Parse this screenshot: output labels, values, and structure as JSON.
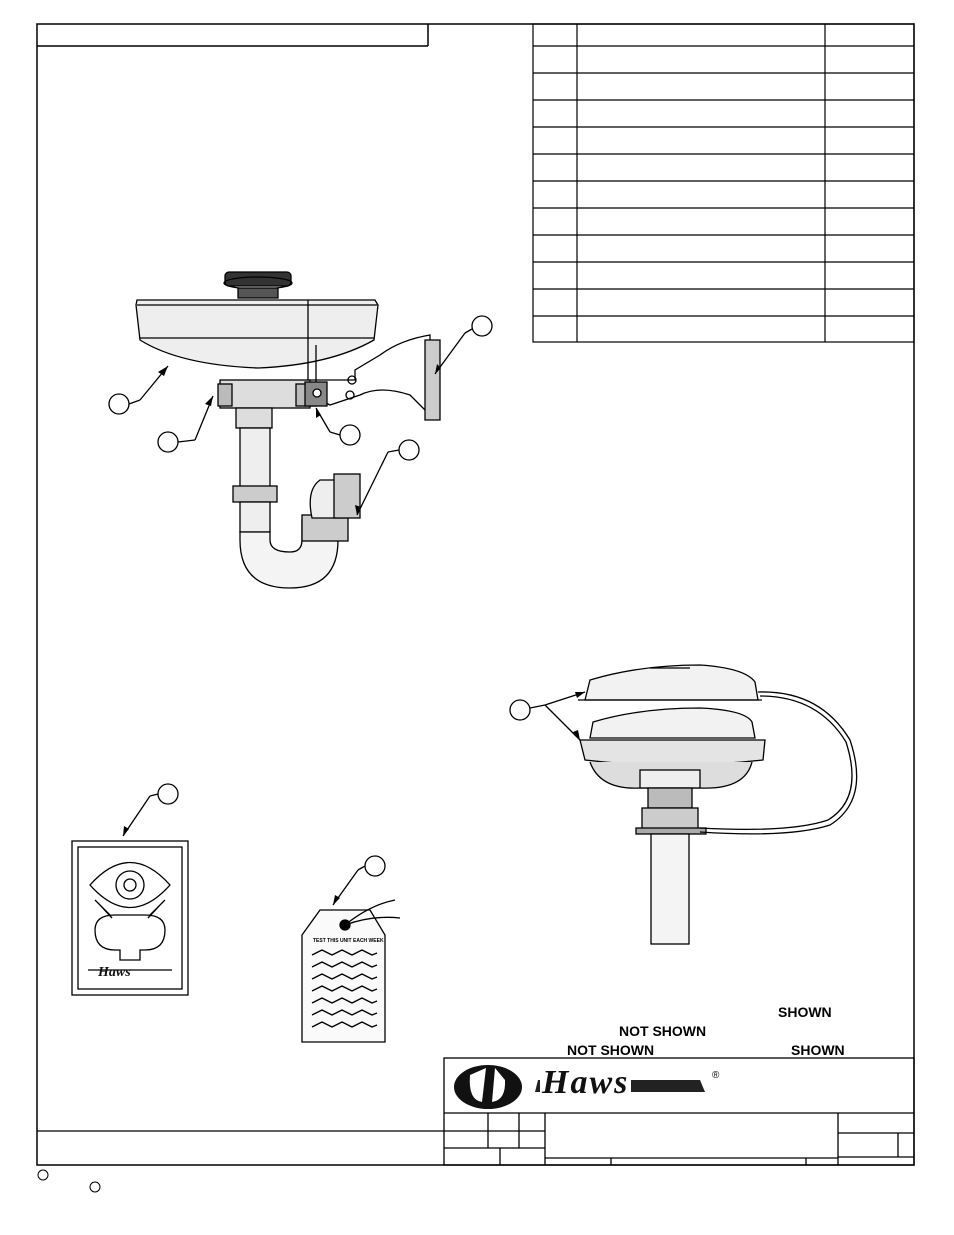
{
  "notes": {
    "shown_1": "SHOWN",
    "not_shown_1": "NOT SHOWN",
    "not_shown_2": "NOT SHOWN",
    "shown_2": "SHOWN"
  },
  "title_block": {
    "logo_text": "Haws",
    "registered_mark": "®"
  },
  "tag": {
    "heading": "TEST THIS UNIT EACH WEEK"
  },
  "sign": {
    "logo_text": "Haws"
  },
  "parts_table": {
    "rows": 11
  }
}
